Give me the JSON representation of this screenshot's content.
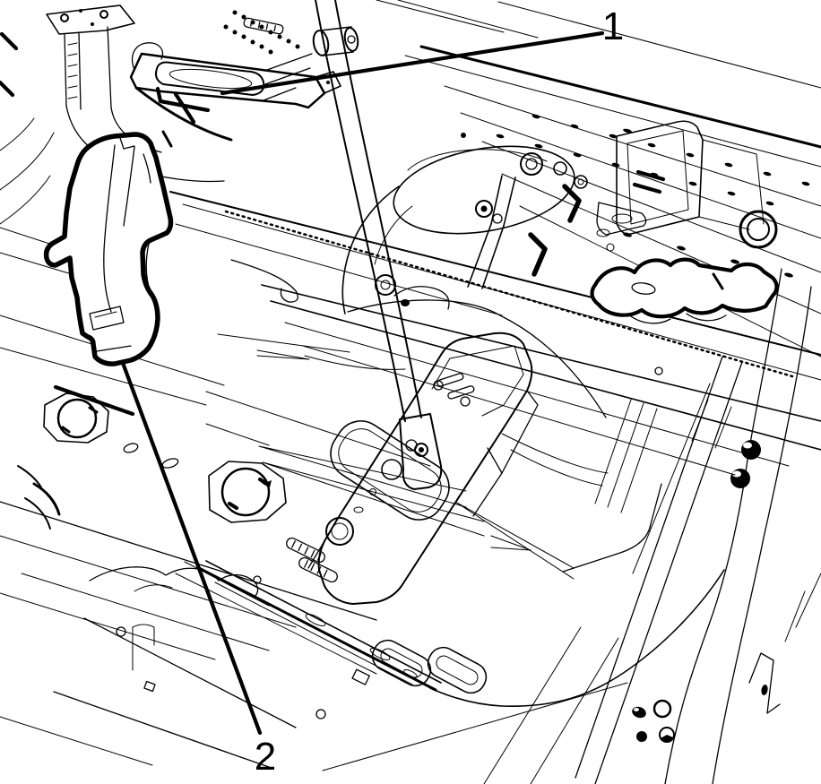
{
  "figure": {
    "type": "technical line illustration",
    "callouts": [
      {
        "label": "1"
      },
      {
        "label": "2"
      }
    ],
    "colors": {
      "line": "#000000",
      "background": "#ffffff"
    }
  }
}
